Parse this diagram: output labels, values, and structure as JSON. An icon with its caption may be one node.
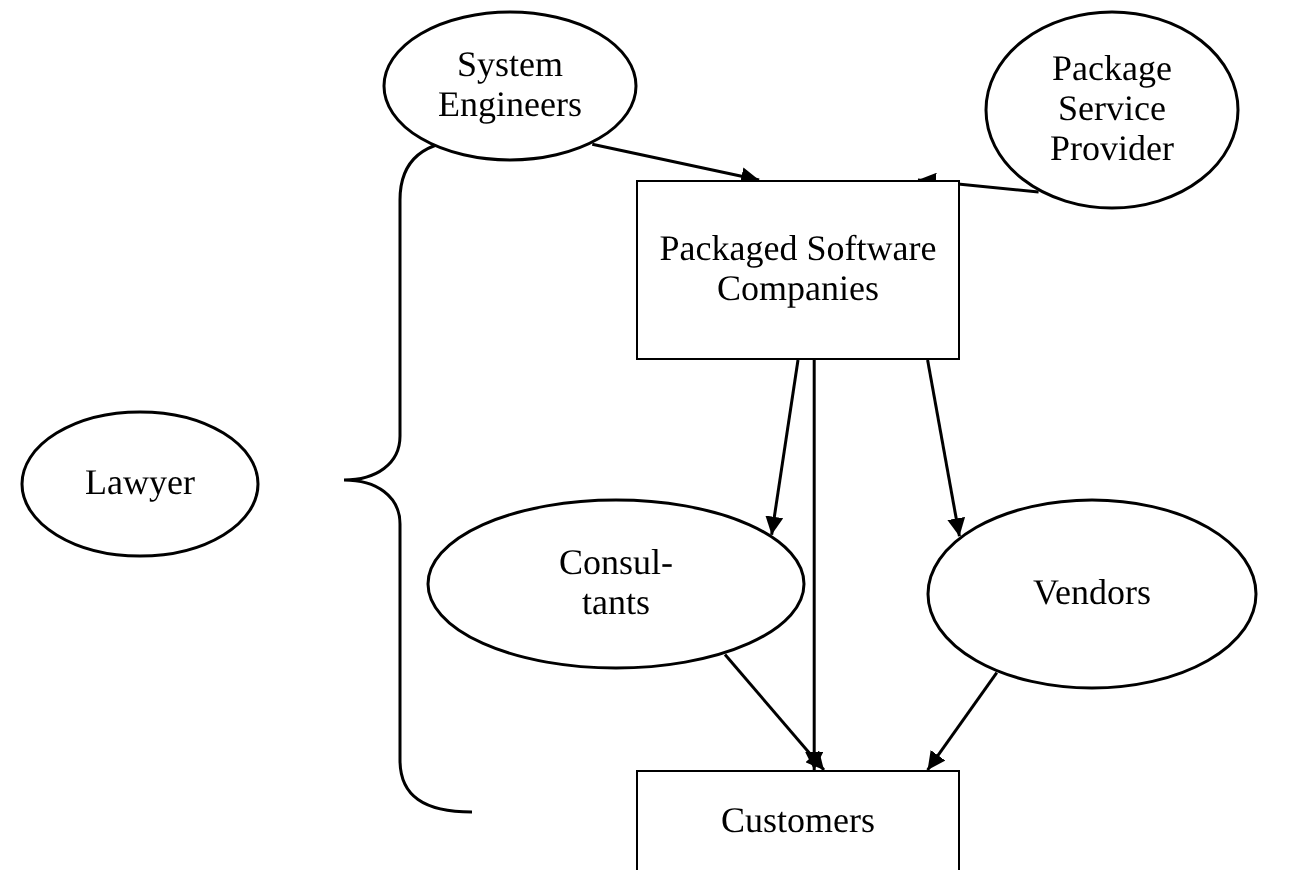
{
  "diagram": {
    "nodes": [
      {
        "text": [
          "System Engineers"
        ]
      },
      {
        "text": [
          "Package Service Provider"
        ]
      },
      {
        "text": [
          "Lawyer"
        ]
      },
      {
        "text": [
          "Packaged Software Companies"
        ]
      },
      {
        "text": [
          "Consul- tants"
        ]
      },
      {
        "text": [
          "Vendors"
        ]
      },
      {
        "text": [
          "Customers"
        ]
      }
    ],
    "edges": [
      {
        "from": 0,
        "to": 3,
        "arrow": "to"
      },
      {
        "from": 1,
        "to": 3,
        "arrow": "to"
      },
      {
        "from": 3,
        "to": 4,
        "arrow": "to"
      },
      {
        "from": 3,
        "to": 6,
        "arrow": "to"
      },
      {
        "from": 3,
        "to": 5,
        "arrow": "to"
      },
      {
        "from": 4,
        "to": 6,
        "arrow": "to"
      },
      {
        "from": 5,
        "to": 6,
        "arrow": "to"
      }
    ]
  }
}
